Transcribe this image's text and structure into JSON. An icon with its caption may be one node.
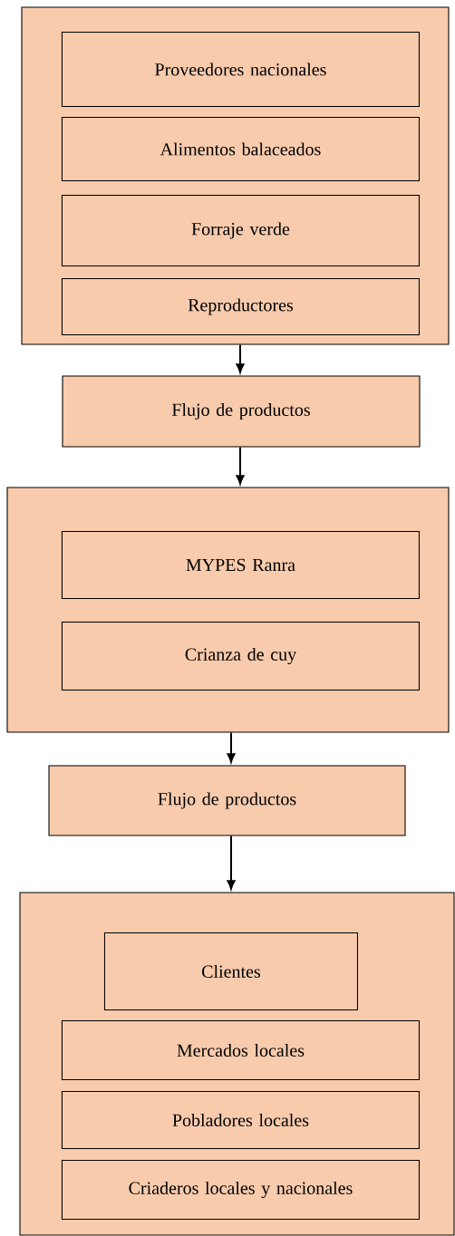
{
  "diagram": {
    "nodes": [
      {
        "text": [],
        "shape": "box"
      },
      {
        "text": [
          "Proveedores nacionales"
        ],
        "in": 0
      },
      {
        "text": [
          "Alimentos balaceados"
        ],
        "in": 0
      },
      {
        "text": [
          "Forraje verde"
        ],
        "in": 0
      },
      {
        "text": [
          "Reproductores"
        ],
        "in": 0
      },
      {
        "text": [
          "Flujo de productos"
        ]
      },
      {
        "text": [],
        "shape": "box"
      },
      {
        "text": [
          "MYPES Ranra"
        ],
        "in": 6
      },
      {
        "text": [
          "Crianza de cuy"
        ],
        "in": 6
      },
      {
        "text": [
          "Flujo de productos"
        ]
      },
      {
        "text": [],
        "shape": "box"
      },
      {
        "text": [
          "Clientes"
        ],
        "in": 10
      },
      {
        "text": [
          "Mercados locales"
        ],
        "in": 10
      },
      {
        "text": [
          "Pobladores locales"
        ],
        "in": 10
      },
      {
        "text": [
          "Criaderos locales y nacionales"
        ],
        "in": 10
      }
    ],
    "edges": [
      {
        "from": 0,
        "to": 5,
        "arrow": "to"
      },
      {
        "from": 5,
        "to": 6,
        "arrow": "to"
      },
      {
        "from": 6,
        "to": 9,
        "arrow": "to"
      },
      {
        "from": 9,
        "to": 10,
        "arrow": "to"
      }
    ]
  }
}
